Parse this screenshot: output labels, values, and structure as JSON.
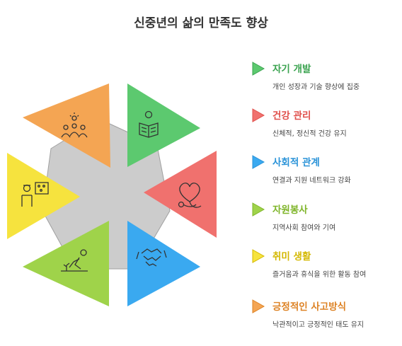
{
  "title": "신중년의 삶의 만족도 향상",
  "colors": {
    "hexagon": "#cccccc",
    "hexagon_stroke": "#9a9a9a",
    "green": "#5cc96f",
    "red": "#f0716e",
    "blue": "#3aa9f0",
    "lime": "#9fd34a",
    "yellow": "#f6e33e",
    "orange": "#f4a553"
  },
  "items": [
    {
      "title": "자기 개발",
      "desc": "개인 성장과 기술 향상에 집중",
      "color": "#5cc96f",
      "text_color": "#3aa34f",
      "icon": "reading-person-icon"
    },
    {
      "title": "건강 관리",
      "desc": "신체적, 정신적 건강 유지",
      "color": "#f0716e",
      "text_color": "#e0504c",
      "icon": "stethoscope-heart-icon"
    },
    {
      "title": "사회적 관계",
      "desc": "연결과 지원 네트워크 강화",
      "color": "#3aa9f0",
      "text_color": "#2a93d8",
      "icon": "handshake-icon"
    },
    {
      "title": "자원봉사",
      "desc": "지역사회 참여와 기여",
      "color": "#9fd34a",
      "text_color": "#7fb52a",
      "icon": "gardening-person-icon"
    },
    {
      "title": "취미 생활",
      "desc": "즐거움과 휴식을 위한 활동 참여",
      "color": "#f6e33e",
      "text_color": "#d4b800",
      "icon": "painter-palette-icon"
    },
    {
      "title": "긍정적인 사고방식",
      "desc": "낙관적이고 긍정적인 태도 유지",
      "color": "#f4a553",
      "text_color": "#dd8224",
      "icon": "group-idea-icon"
    }
  ]
}
